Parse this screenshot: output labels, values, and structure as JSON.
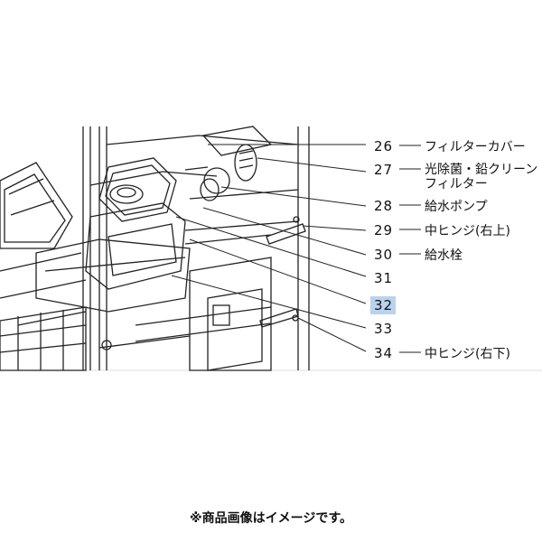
{
  "callouts": [
    {
      "number": "26",
      "label": "フィルターカバー",
      "label2": ""
    },
    {
      "number": "27",
      "label": "光除菌・鉛クリーン",
      "label2": "フィルター"
    },
    {
      "number": "28",
      "label": "給水ポンプ",
      "label2": ""
    },
    {
      "number": "29",
      "label": "中ヒンジ(右上)",
      "label2": ""
    },
    {
      "number": "30",
      "label": "給水栓",
      "label2": ""
    },
    {
      "number": "31",
      "label": "",
      "label2": ""
    },
    {
      "number": "32",
      "label": "",
      "label2": "",
      "highlight": true
    },
    {
      "number": "33",
      "label": "",
      "label2": ""
    },
    {
      "number": "34",
      "label": "中ヒンジ(右下)",
      "label2": ""
    }
  ],
  "colors": {
    "highlight": "#b9d3ee",
    "line": "#222222"
  },
  "caption": "※商品画像はイメージです。"
}
